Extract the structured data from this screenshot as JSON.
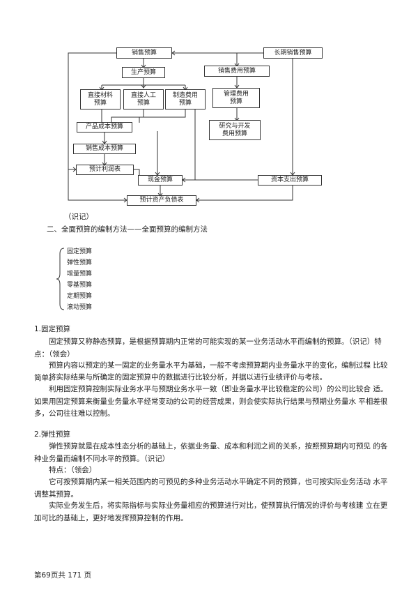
{
  "diagram": {
    "boxes": {
      "sales": "销售预算",
      "long_term_sales": "长期销售预算",
      "production": "生产预算",
      "selling_expense": "销售费用预算",
      "direct_material": [
        "直接材料",
        "预算"
      ],
      "direct_labor": [
        "直接人工",
        "预算"
      ],
      "manufacturing_overhead": [
        "制造费用",
        "预算"
      ],
      "admin_expense": [
        "管理费用",
        "预算"
      ],
      "product_cost": "产品成本预算",
      "rd_expense": [
        "研究与开发",
        "费用预算"
      ],
      "cost_of_sales": "销售成本预算",
      "projected_income": "预计利润表",
      "cash": "现金预算",
      "capital_expenditure": "资本支出预算",
      "projected_balance": "预计资产负债表"
    },
    "note": "（识记）"
  },
  "section_title": "二、全面预算的编制方法——全面预算的编制方法",
  "methods": [
    "固定预算",
    "弹性预算",
    "增量预算",
    "零基预算",
    "定期预算",
    "滚动预算"
  ],
  "fixed": {
    "heading": "1.固定预算",
    "p1": "固定预算又称静态预算，是根据预算期内正常的可能实现的某一业务活动水平而编制的预算。（识记）特点：（领会）",
    "p2": "预算内容以预定的某一固定的业务量水平为基础，一般不考虑预算期内业务量水平的变化，编制过程 比较简单。",
    "p3": "将实际结果与所确定的固定预算中的数据进行比较分析，并据以进行业绩评价与考核。",
    "p4": "利用固定预算控制实际业务水平与预期业务水平一致（即业务量水平比较稳定的公司）的公司比较合 适。如果用固定预算来衡量业务量水平经常变动的公司的经营成果，则会使实际执行结果与预期业务量水 平相差很多，公司往往难以控制。"
  },
  "flexible": {
    "heading": "2.弹性预算",
    "p1": "弹性预算就是在成本性态分析的基础上，依据业务量、成本和利润之间的关系，按照预算期内可预见 的各种业务量而编制不同水平的预算。（识记）",
    "p2": "特点：（领会）",
    "p3": "它可按预算期内某一相关范围内的可预见的多种业务活动水平确定不同的预算，也可按实际业务活动 水平调整其预算。",
    "p4": "实际业务发生后，将实际指标与实际业务量相应的预算进行对比，使预算执行情况的评价与考核建 立在更加可比的基础上，更好地发挥预算控制的作用。"
  },
  "footer": "第69页共 171 页"
}
